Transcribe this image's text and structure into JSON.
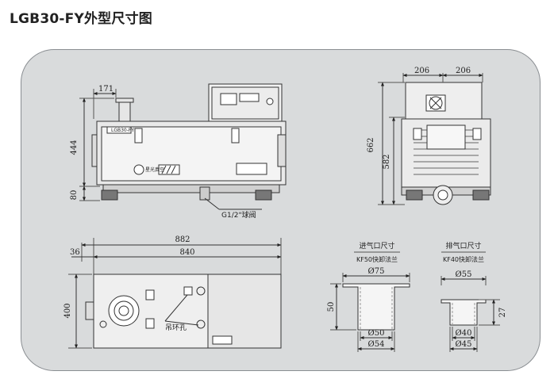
{
  "title": "LGB30-FY外型尺寸图",
  "dims": {
    "front_width": "171",
    "front_height": "444",
    "front_base": "80",
    "valve_label": "G1/2\"球阀",
    "side_left": "206",
    "side_right": "206",
    "side_total_height": "662",
    "side_height": "582",
    "top_total": "882",
    "top_body": "840",
    "top_offset": "36",
    "top_height": "400",
    "lifting_hole": "吊环孔"
  },
  "flanges": {
    "inlet": {
      "title": "进气口尺寸",
      "spec": "KF50快卸法兰",
      "top": "Ø75",
      "height": "50",
      "inner": "Ø50",
      "outer": "Ø54"
    },
    "outlet": {
      "title": "排气口尺寸",
      "spec": "KF40快卸法兰",
      "top": "Ø55",
      "height": "27",
      "inner": "Ø40",
      "outer": "Ø45"
    }
  },
  "machine": {
    "brand": "星光真空",
    "model_tag": "LGB30-FY"
  }
}
